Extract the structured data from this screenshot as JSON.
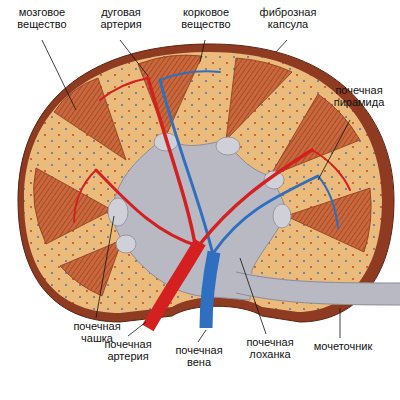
{
  "diagram": {
    "labels": [
      "мозговое вещество",
      "дуговая артерия",
      "корковое вещество",
      "фиброзная капсула",
      "почечная пирамида",
      "почечная чашка",
      "почечная артерия",
      "почечная вена",
      "почечная лоханка",
      "мочеточник"
    ]
  }
}
